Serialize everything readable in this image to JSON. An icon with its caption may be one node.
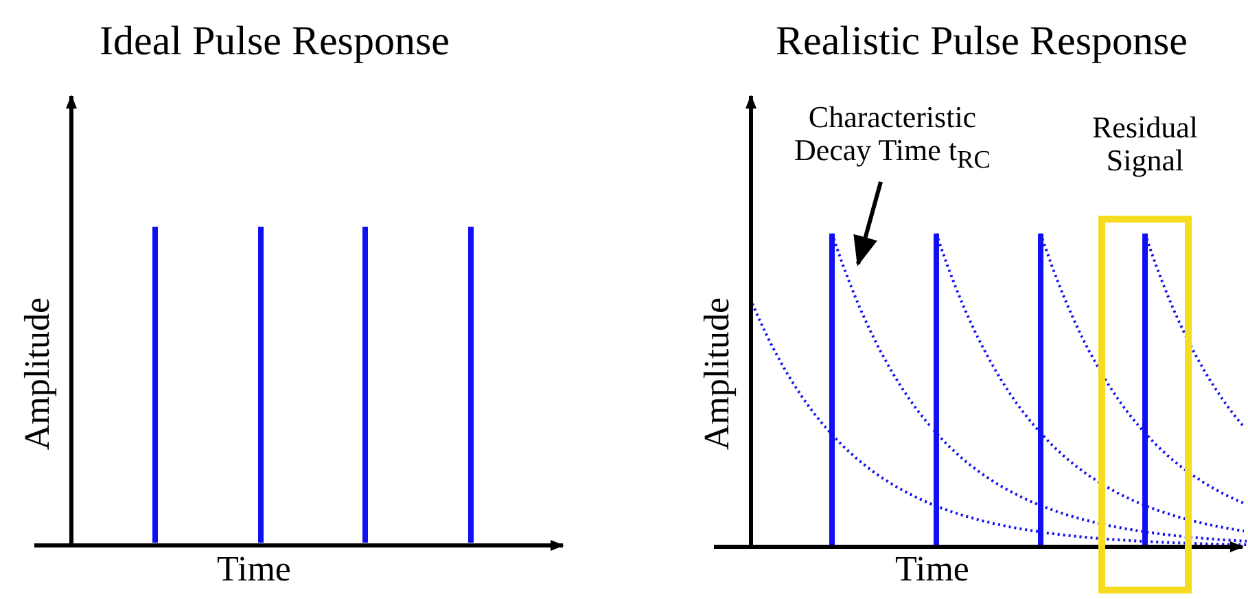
{
  "diagram": {
    "nodes": [
      {
        "text": [
          "Characteristic Decay Time t$_{RC}$"
        ]
      },
      {
        "text": [],
        "shape": "curve"
      },
      {
        "text": [
          "Residual Signal"
        ]
      }
    ],
    "edges": [
      {
        "from": 0,
        "to": 1,
        "arrow": "to"
      }
    ],
    "labels": [
      "Ideal Pulse Response",
      "Realistic Pulse Response",
      "Amplitude",
      "Time",
      "Amplitude",
      "Time"
    ]
  }
}
